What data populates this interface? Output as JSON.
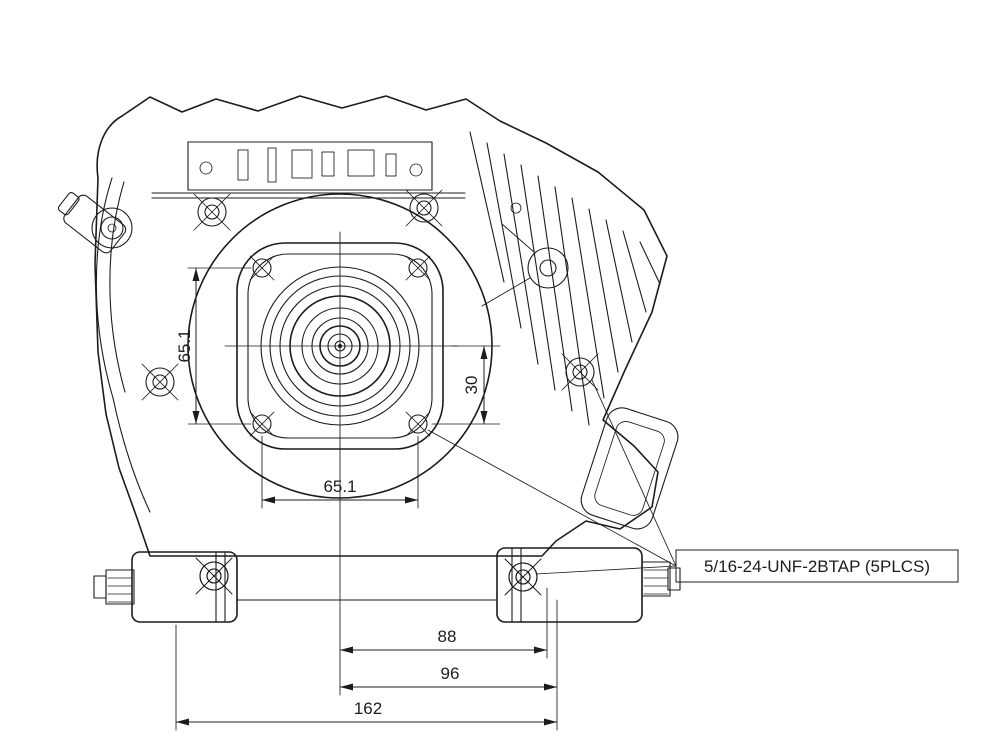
{
  "drawing": {
    "dims": {
      "flange_height": "65.1",
      "flange_width": "65.1",
      "center_offset": "30",
      "mount_width_inner": "88",
      "mount_width_outer": "96",
      "overall_width": "162"
    },
    "note": {
      "tap": "5/16-24-UNF-2BTAP (5PLCS)"
    },
    "colors": {
      "line": "#1c1c1c",
      "background": "#ffffff"
    }
  }
}
